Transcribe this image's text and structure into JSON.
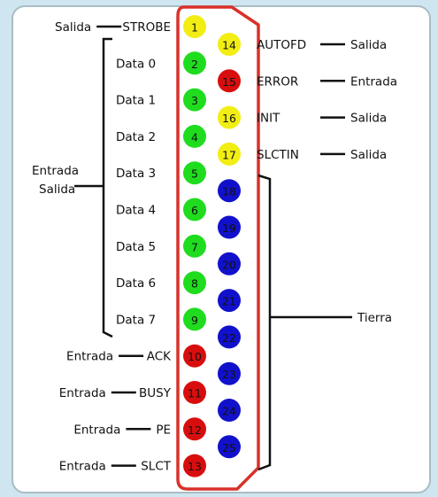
{
  "colors": {
    "background": "#cfe6f0",
    "panel": "#ffffff",
    "connector_outline": "#d9312a",
    "data_pin": "#1fdc1f",
    "control_pin": "#f2ee14",
    "status_pin": "#d80e0e",
    "ground_pin": "#1111cc"
  },
  "top_row": [
    {
      "pin": "1",
      "signal": "STROBE",
      "dir": "Salida",
      "color": "control_pin"
    },
    {
      "pin": "2",
      "signal": "Data 0",
      "color": "data_pin"
    },
    {
      "pin": "3",
      "signal": "Data 1",
      "color": "data_pin"
    },
    {
      "pin": "4",
      "signal": "Data 2",
      "color": "data_pin"
    },
    {
      "pin": "5",
      "signal": "Data 3",
      "color": "data_pin"
    },
    {
      "pin": "6",
      "signal": "Data 4",
      "color": "data_pin"
    },
    {
      "pin": "7",
      "signal": "Data 5",
      "color": "data_pin"
    },
    {
      "pin": "8",
      "signal": "Data 6",
      "color": "data_pin"
    },
    {
      "pin": "9",
      "signal": "Data 7",
      "color": "data_pin"
    },
    {
      "pin": "10",
      "signal": "ACK",
      "dir": "Entrada",
      "color": "status_pin"
    },
    {
      "pin": "11",
      "signal": "BUSY",
      "dir": "Entrada",
      "color": "status_pin"
    },
    {
      "pin": "12",
      "signal": "PE",
      "dir": "Entrada",
      "color": "status_pin"
    },
    {
      "pin": "13",
      "signal": "SLCT",
      "dir": "Entrada",
      "color": "status_pin"
    }
  ],
  "bottom_row": [
    {
      "pin": "14",
      "signal": "AUTOFD",
      "dir": "Salida",
      "color": "control_pin"
    },
    {
      "pin": "15",
      "signal": "ERROR",
      "dir": "Entrada",
      "color": "status_pin"
    },
    {
      "pin": "16",
      "signal": "INIT",
      "dir": "Salida",
      "color": "control_pin"
    },
    {
      "pin": "17",
      "signal": "SLCTIN",
      "dir": "Salida",
      "color": "control_pin"
    },
    {
      "pin": "18",
      "color": "ground_pin"
    },
    {
      "pin": "19",
      "color": "ground_pin"
    },
    {
      "pin": "20",
      "color": "ground_pin"
    },
    {
      "pin": "21",
      "color": "ground_pin"
    },
    {
      "pin": "22",
      "color": "ground_pin"
    },
    {
      "pin": "23",
      "color": "ground_pin"
    },
    {
      "pin": "24",
      "color": "ground_pin"
    },
    {
      "pin": "25",
      "color": "ground_pin"
    }
  ],
  "data_group_label_line1": "Entrada",
  "data_group_label_line2": "Salida",
  "ground_label": "Tierra"
}
